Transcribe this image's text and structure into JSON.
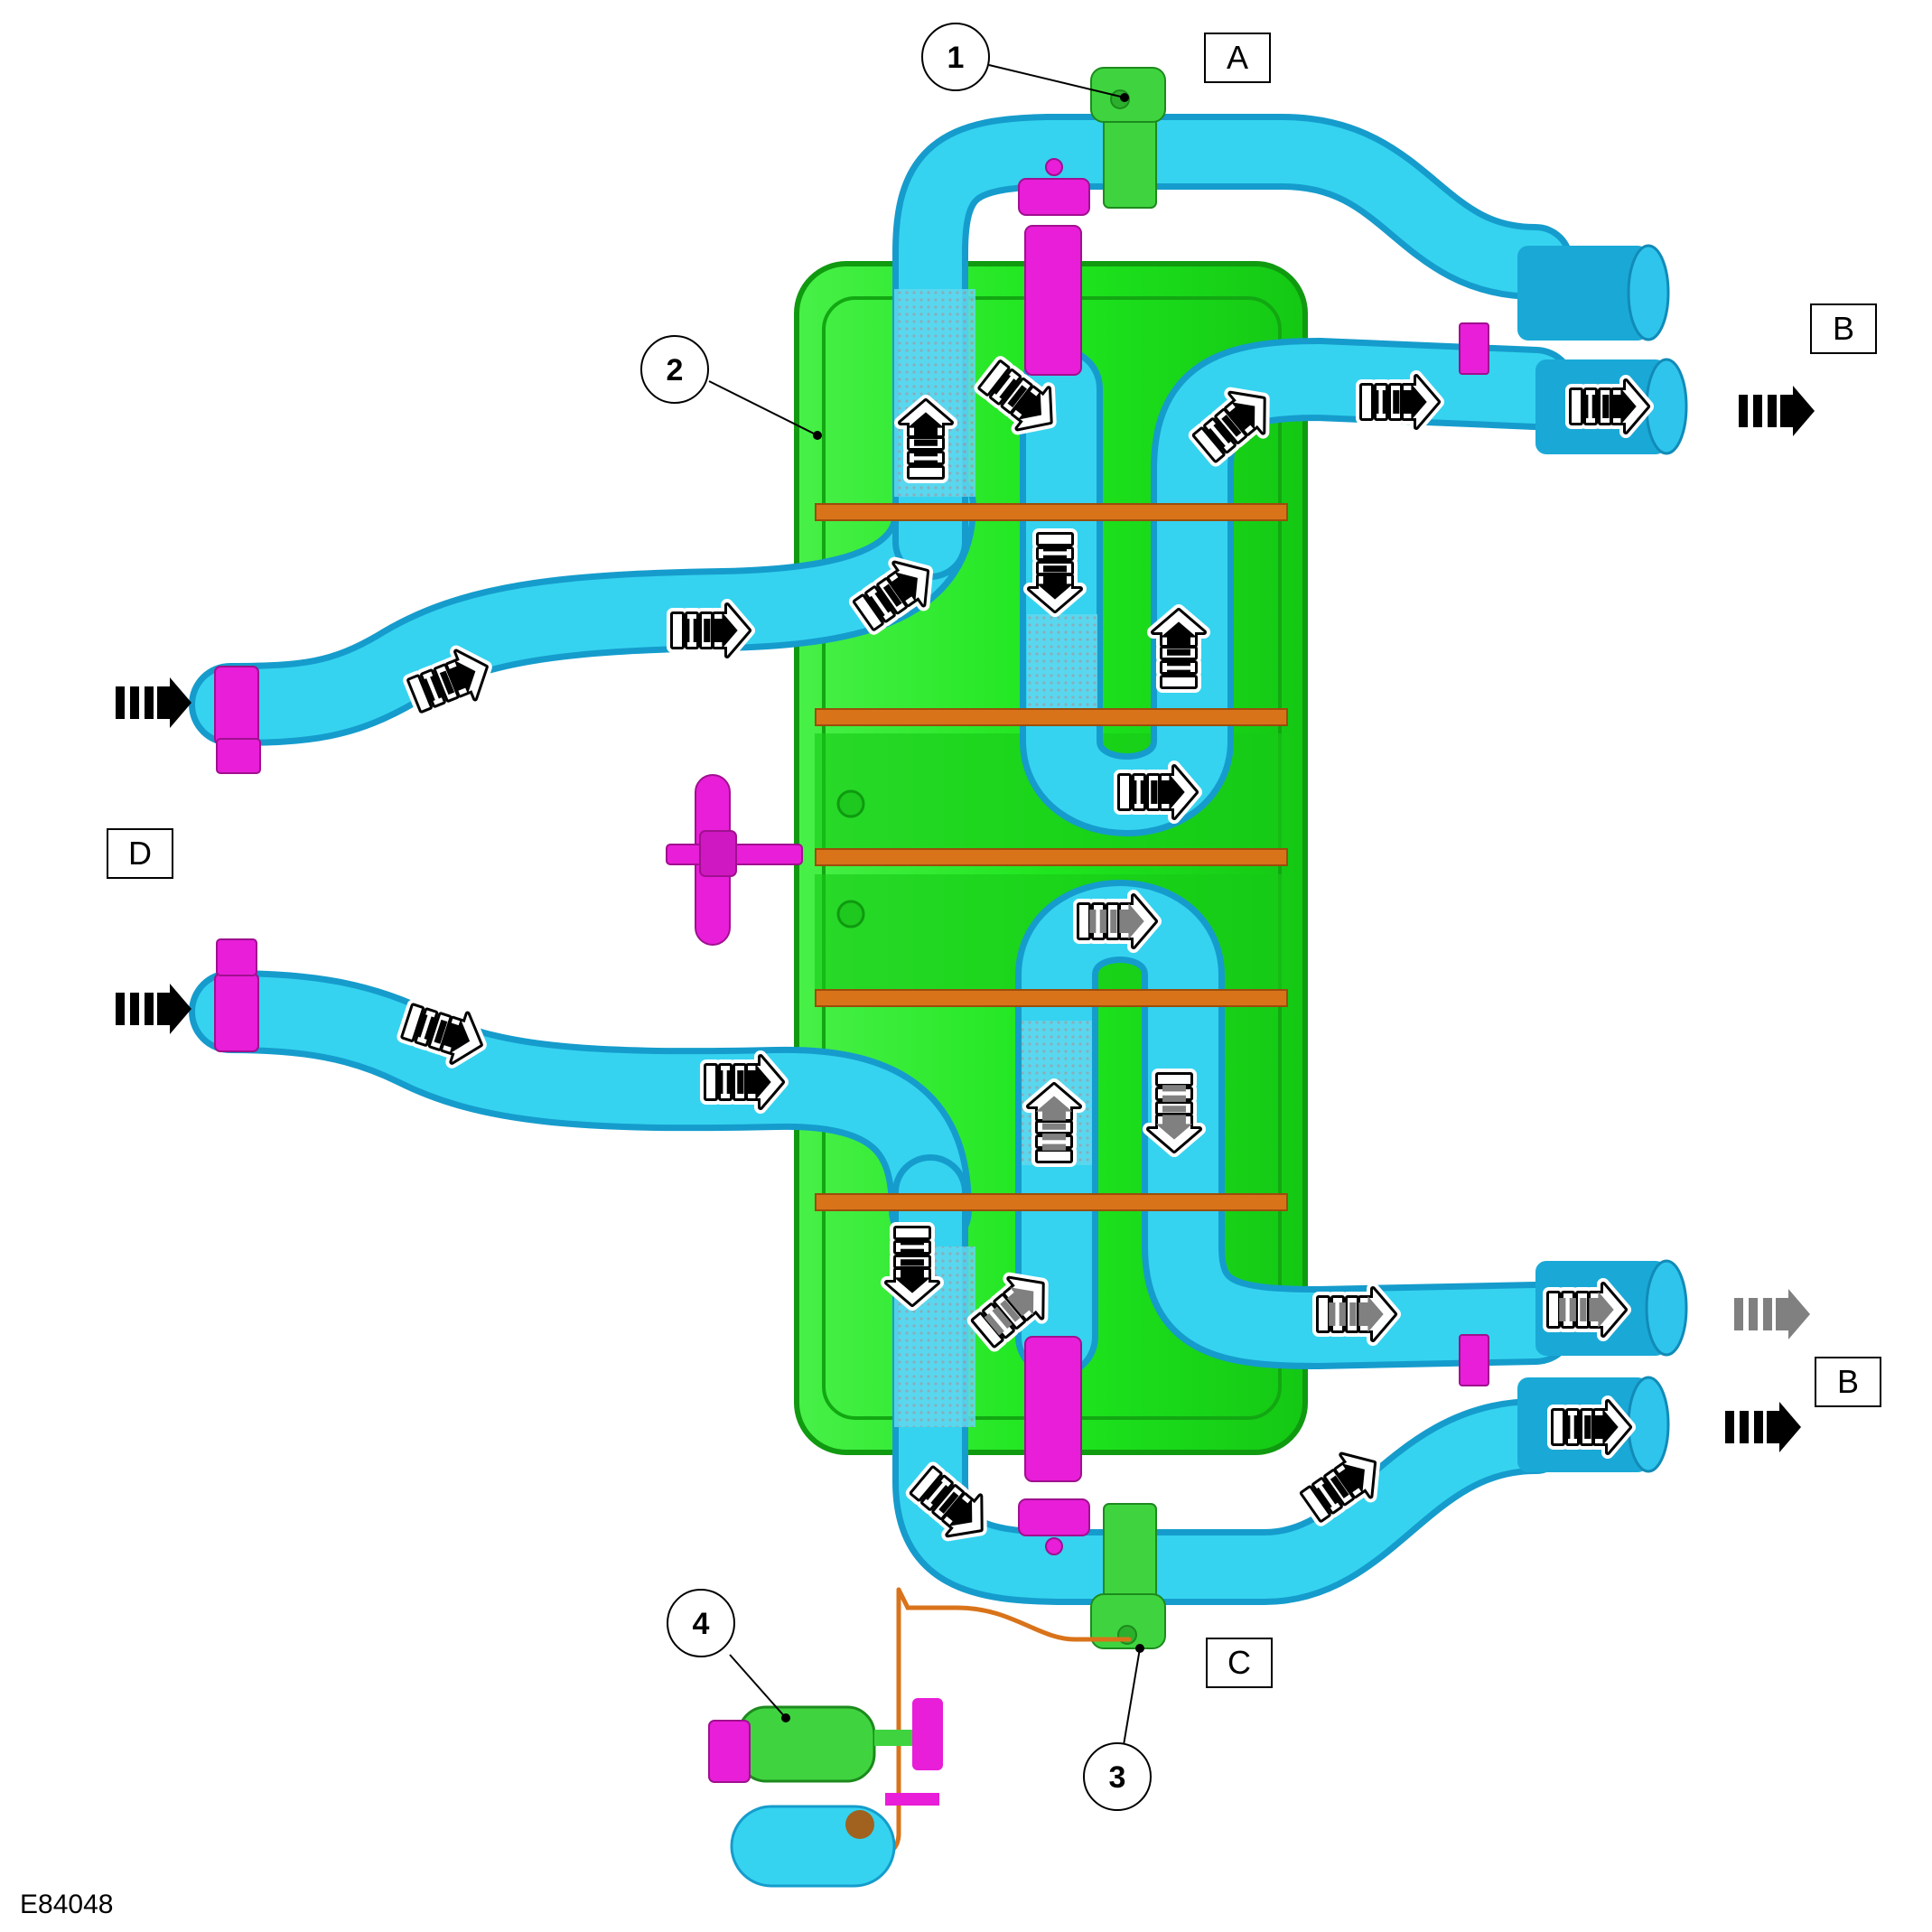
{
  "figure_id": "E84048",
  "callouts": [
    {
      "id": "1",
      "label": "1"
    },
    {
      "id": "2",
      "label": "2"
    },
    {
      "id": "3",
      "label": "3"
    },
    {
      "id": "4",
      "label": "4"
    }
  ],
  "letters": {
    "a": "A",
    "b_upper": "B",
    "b_lower": "B",
    "c": "C",
    "d": "D"
  },
  "colors": {
    "pipe": "#35d3f0",
    "pipe_dark": "#1aa9d6",
    "muffler_box": "#1ee61e",
    "muffler_edge": "#109a10",
    "band": "#d9731a",
    "bracket": "#e81ed8",
    "actuator": "#3fd43f",
    "arrow_main": "#000000",
    "arrow_valve": "#808080"
  },
  "icons": {
    "flow_arrow": "triple-bar-arrow-icon",
    "flow_arrow_valve": "grey-triple-bar-arrow-icon"
  }
}
